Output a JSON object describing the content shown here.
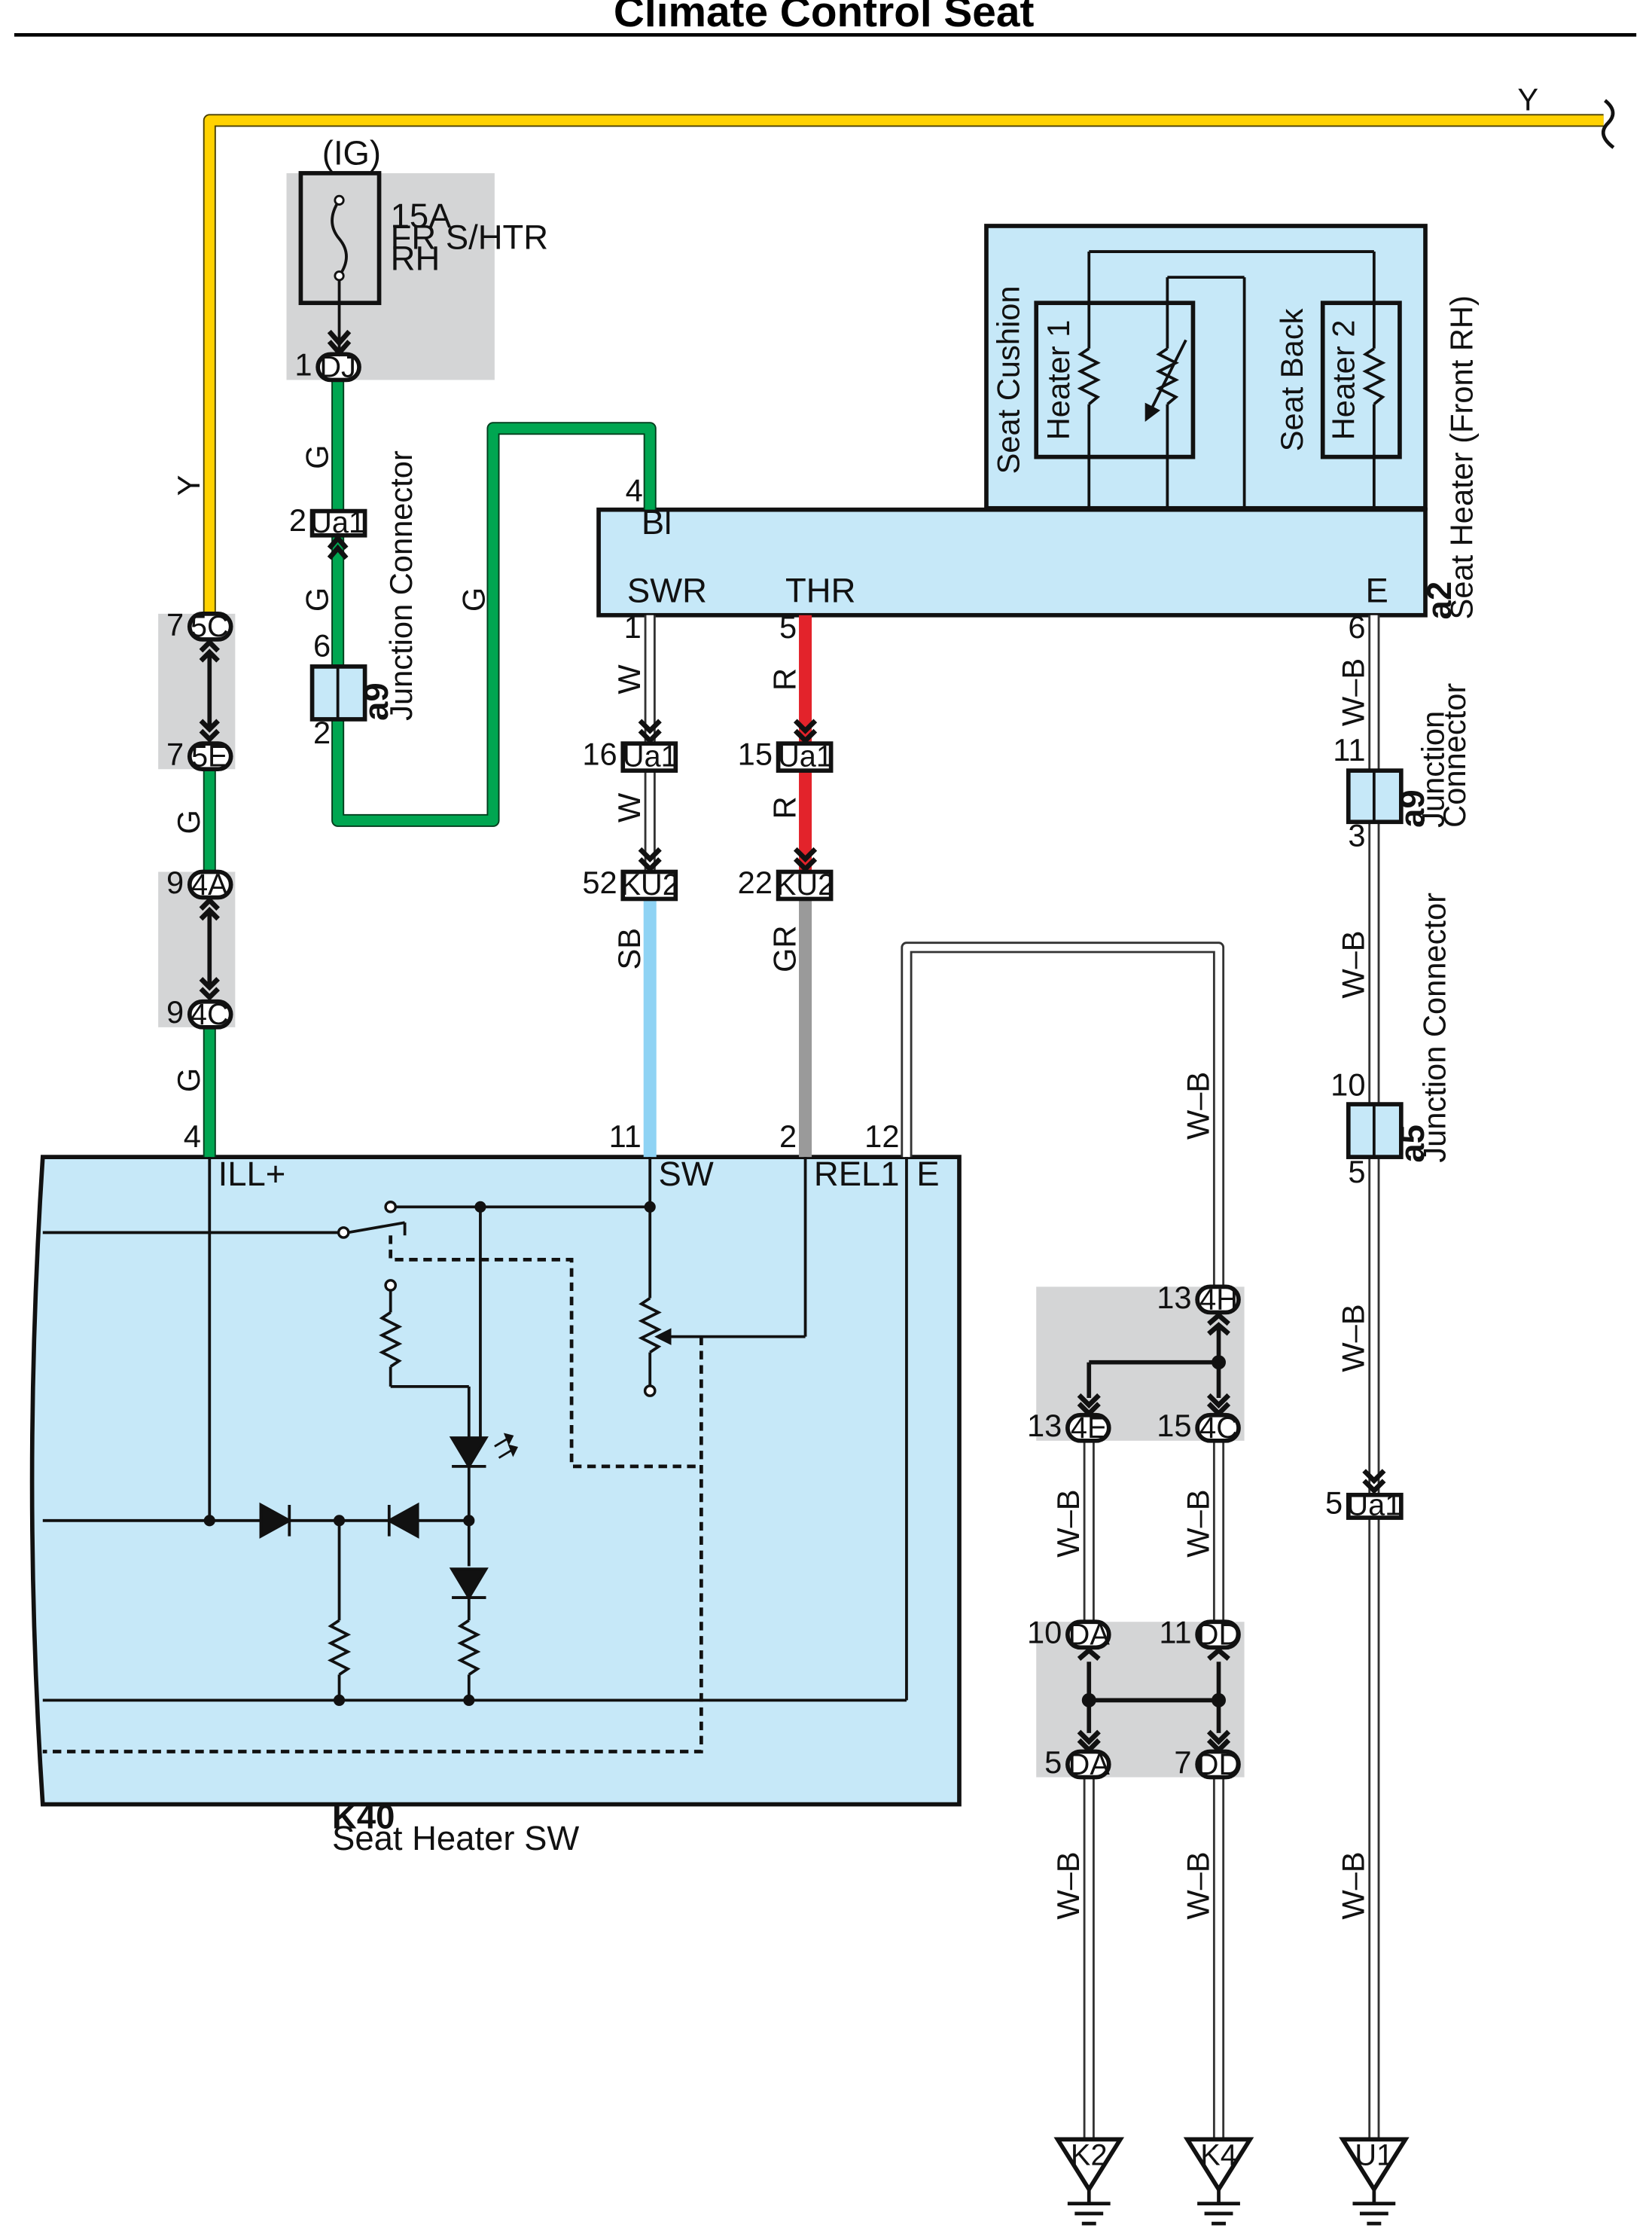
{
  "title": "Climate Control Seat",
  "colors": {
    "Y": "#ffd200",
    "G": "#00a651",
    "W": "#ffffff",
    "R": "#e3232b",
    "SB": "#8fd3f4",
    "GR": "#9a9a9a",
    "WB": "#ffffff",
    "component_fill": "#c6e8f8",
    "connector_bg": "#d4d5d6"
  },
  "wire_codes": {
    "Y": "Y",
    "G": "G",
    "W": "W",
    "R": "R",
    "SB": "SB",
    "GR": "GR",
    "WB": "W–B"
  },
  "power": {
    "source": "(IG)",
    "fuse_amps": "15A",
    "fuse_name_1": "FR S/HTR",
    "fuse_name_2": "RH"
  },
  "connectors": {
    "DJ": "DJ",
    "Ua1": "Ua1",
    "5C": "5C",
    "5E": "5E",
    "4A": "4A",
    "4C": "4C",
    "KU2": "KU2",
    "4H": "4H",
    "4E": "4E",
    "DA": "DA",
    "DD": "DD"
  },
  "pins": {
    "dj": "1",
    "ua1_a": "2",
    "a9L_top": "6",
    "a9L_bot": "2",
    "c5c": "7",
    "c5e": "7",
    "c4a": "9",
    "c4c": "9",
    "a2_bl": "4",
    "a2_swr": "1",
    "a2_thr": "5",
    "a2_e": "6",
    "ua1_w": "16",
    "ua1_r": "15",
    "ku2_w": "52",
    "ku2_r": "22",
    "a9R_top": "11",
    "a9R_bot": "3",
    "a5_top": "10",
    "a5_bot": "5",
    "ua1_e": "5",
    "k40_ill": "4",
    "k40_sw": "11",
    "k40_rel": "2",
    "k40_e": "12",
    "c4h": "13",
    "c4e": "13",
    "c4c_r": "15",
    "da_top": "10",
    "dd_top": "11",
    "da_bot": "5",
    "dd_bot": "7"
  },
  "a2": {
    "code": "a2",
    "name": "Seat Heater (Front RH)",
    "terminals": {
      "bl": "Bl",
      "swr": "SWR",
      "thr": "THR",
      "e": "E"
    },
    "seat_cushion": "Seat Cushion",
    "seat_back": "Seat Back",
    "heater1": "Heater 1",
    "heater2": "Heater 2"
  },
  "a9": {
    "code": "a9",
    "name": "Junction Connector",
    "name_line1": "Junction",
    "name_line2": "Connector"
  },
  "a5": {
    "code": "a5",
    "name": "Junction Connector"
  },
  "k40": {
    "code": "K40",
    "name": "Seat Heater SW",
    "terminals": {
      "ill": "ILL+",
      "sw": "SW",
      "rel1": "REL1",
      "e": "E"
    }
  },
  "grounds": {
    "K2": "K2",
    "K4": "K4",
    "U1": "U1"
  }
}
